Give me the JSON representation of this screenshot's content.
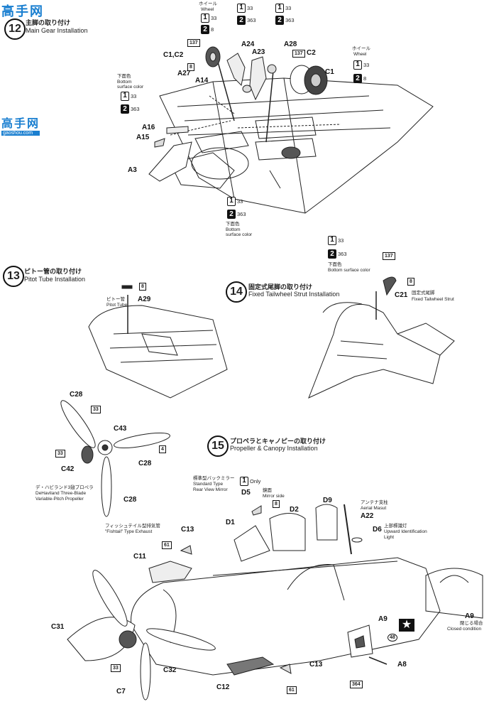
{
  "watermark": {
    "text": "高手网",
    "sub": "gaoshou.com"
  },
  "steps": [
    {
      "num": "12",
      "jp": "主脚の取り付け",
      "en": "Main Gear Installation"
    },
    {
      "num": "13",
      "jp": "ピトー管の取り付け",
      "en": "Pitot Tube Installation"
    },
    {
      "num": "14",
      "jp": "固定式尾脚の取り付け",
      "en": "Fixed Tailwheel Strut Installation"
    },
    {
      "num": "15",
      "jp": "プロペラとキャノピーの取り付け",
      "en": "Propeller & Canopy Installation"
    }
  ],
  "paint_codes": {
    "c33": "33",
    "c363": "363",
    "c8": "8",
    "c137": "137",
    "c4": "4",
    "c61": "61",
    "c48": "48"
  },
  "step12": {
    "wheel_jp": "ホイール",
    "wheel_en": "Wheel",
    "wheel2_jp": "ホイール",
    "wheel2_en": "Wheel",
    "bottom_jp": "下面色",
    "bottom_en1": "Bottom",
    "bottom_en2": "surface color",
    "bottom2_jp": "下面色",
    "bottom2_en1": "Bottom",
    "bottom2_en2": "surface color",
    "parts": {
      "c1c2": "C1,C2",
      "a24": "A24",
      "a23": "A23",
      "a28": "A28",
      "c2": "C2",
      "c1": "C1",
      "a27": "A27",
      "a14": "A14",
      "a16": "A16",
      "a15": "A15",
      "a3": "A3"
    }
  },
  "step13": {
    "pitot_jp": "ピトー管",
    "pitot_en": "Pitot Tube",
    "a29": "A29"
  },
  "step14": {
    "bottom_jp": "下面色",
    "bottom_en": "Bottom surface color",
    "c21": "C21",
    "strut_jp": "固定式尾脚",
    "strut_en": "Fixed Tailwheel Strut"
  },
  "prop": {
    "c28a": "C28",
    "c43": "C43",
    "c42": "C42",
    "c28b": "C28",
    "c28c": "C28",
    "caption_jp": "デ・ハビランド3翅プロペラ",
    "caption_en1": "DeHaviland Three-Blade",
    "caption_en2": "Variable-Pitch Propeller"
  },
  "step15": {
    "mirror_jp": "標準型バックミラー",
    "mirror_en1": "Standard Type",
    "mirror_en2": "Rear View Mirror",
    "only": "Only",
    "d5": "D5",
    "mirrorside_jp": "鏡面",
    "mirrorside_en": "Mirror side",
    "d1": "D1",
    "d2": "D2",
    "d9": "D9",
    "antenna_jp": "アンテナ支柱",
    "antenna_en": "Aerial Masut",
    "a22": "A22",
    "d6": "D6",
    "light_jp": "上部標識灯",
    "light_en1": "Upward Identification",
    "light_en2": "Light",
    "exhaust_jp": "フィッシュテイル型排気管",
    "exhaust_en": "\"Fishtail\" Type Exhaust",
    "c13a": "C13",
    "c11": "C11",
    "c31": "C31",
    "c32": "C32",
    "c7": "C7",
    "c12": "C12",
    "c13b": "C13",
    "a9a": "A9",
    "a8": "A8",
    "a9b": "A9",
    "closed_jp": "閉じる場合",
    "closed_en": "Closed condition",
    "c364": "364"
  }
}
